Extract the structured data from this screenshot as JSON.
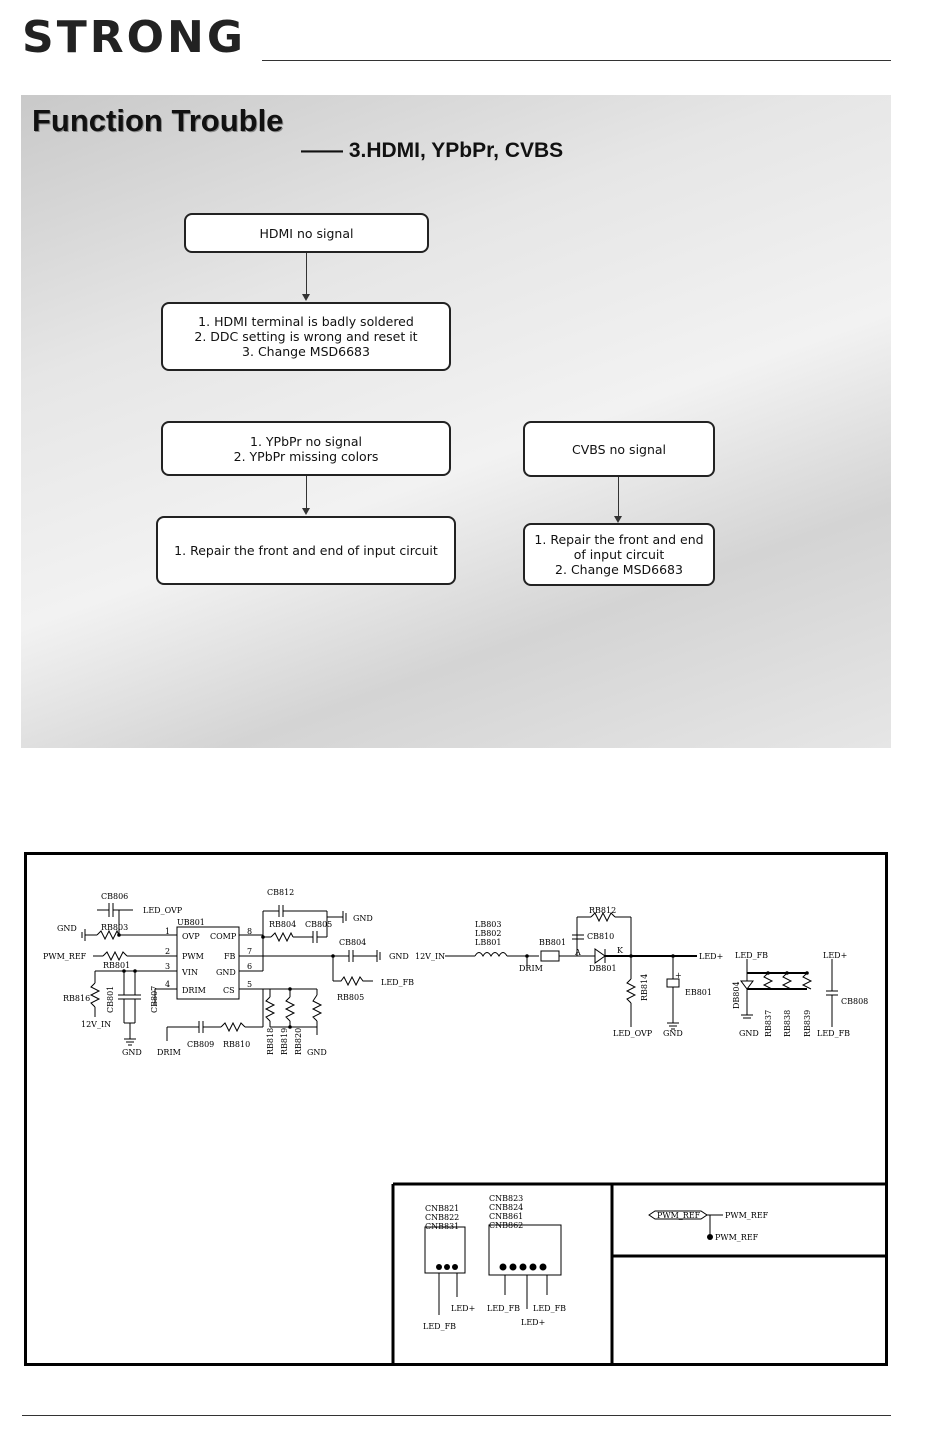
{
  "brand": "STRONG",
  "slide": {
    "title": "Function Trouble",
    "subtitle": "—— 3.HDMI, YPbPr, CVBS",
    "boxes": {
      "hdmi_no_signal": "HDMI no signal",
      "hdmi_causes": "1. HDMI terminal is badly soldered\n2. DDC setting is wrong and reset it\n3. Change MSD6683",
      "ypbpr_problem": "1. YPbPr no signal\n2. YPbPr missing colors",
      "ypbpr_fix": "1. Repair  the  front and end of input circuit",
      "cvbs_no_signal": "CVBS  no signal",
      "cvbs_fix": "1. Repair  the  front and end\nof  input circuit\n2. Change MSD6683"
    }
  },
  "schematic": {
    "ic": {
      "ref": "UB801",
      "pins_left": [
        "OVP",
        "PWM",
        "VIN",
        "DRIM"
      ],
      "pins_right": [
        "COMP",
        "FB",
        "GND",
        "CS"
      ],
      "pin_nums_left": [
        "1",
        "2",
        "3",
        "4"
      ],
      "pin_nums_right": [
        "8",
        "7",
        "6",
        "5"
      ]
    },
    "labels": {
      "cb806": "CB806",
      "led_ovp_1": "LED_OVP",
      "gnd_left": "GND",
      "rb803": "RB803",
      "pwm_ref_in": "PWM_REF",
      "rb801": "RB801",
      "rb816": "RB816",
      "cb801": "CB801",
      "cb807": "CB807",
      "v12_in_1": "12V_IN",
      "gnd_1": "GND",
      "drim_1": "DRIM",
      "cb809": "CB809",
      "rb810": "RB810",
      "cb812": "CB812",
      "rb804": "RB804",
      "cb805": "CB805",
      "gnd_2": "GND",
      "cb804": "CB804",
      "gnd_3": "GND",
      "led_fb_1": "LED_FB",
      "rb805": "RB805",
      "rb818": "RB818",
      "rb819": "RB819",
      "rb820": "RB820",
      "gnd_4": "GND",
      "lb803": "LB803",
      "lb802": "LB802",
      "lb801": "LB801",
      "v12_in_2": "12V_IN",
      "bb801": "BB801",
      "drim_2": "DRIM",
      "rb812": "RB812",
      "cb810": "CB810",
      "a": "A",
      "k": "K",
      "db801": "DB801",
      "led_plus_1": "LED+",
      "rb814": "RB814",
      "eb801": "EB801",
      "plus": "+",
      "led_ovp_2": "LED_OVP",
      "gnd_5": "GND",
      "led_fb_2": "LED_FB",
      "db804": "DB804",
      "gnd_6": "GND",
      "rb837": "RB837",
      "rb838": "RB838",
      "rb839": "RB839",
      "led_plus_2": "LED+",
      "cb808": "CB808",
      "led_fb_3": "LED_FB",
      "cnb821": "CNB821",
      "cnb822": "CNB822",
      "cnb831": "CNB831",
      "cnb823": "CNB823",
      "cnb824": "CNB824",
      "cnb861": "CNB861",
      "cnb862": "CNB862",
      "led_plus_3": "LED+",
      "led_fb_4": "LED_FB",
      "led_fb_5": "LED_FB",
      "led_fb_6": "LED_FB",
      "led_plus_4": "LED+",
      "pwm_ref_tag": "PWM_REF",
      "pwm_ref_out": "PWM_REF",
      "pwm_ref_dot": "PWM_REF"
    }
  }
}
